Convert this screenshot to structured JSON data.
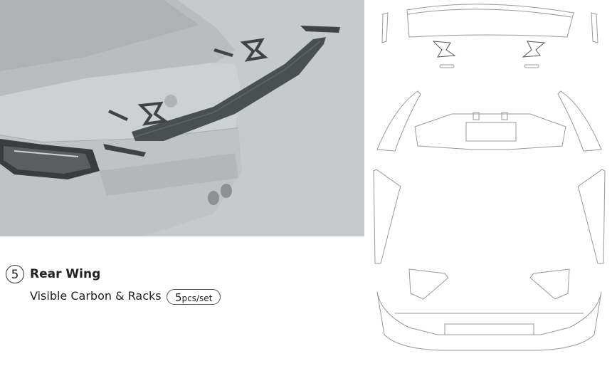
{
  "product": {
    "number": "5",
    "name": "Rear Wing",
    "description": "Visible Carbon & Racks",
    "count": "5",
    "count_unit": "pcs/set"
  },
  "colors": {
    "carbon": "#4a4f50",
    "car_body": "#c4c8cb",
    "line_art": "#9a9a9a"
  }
}
